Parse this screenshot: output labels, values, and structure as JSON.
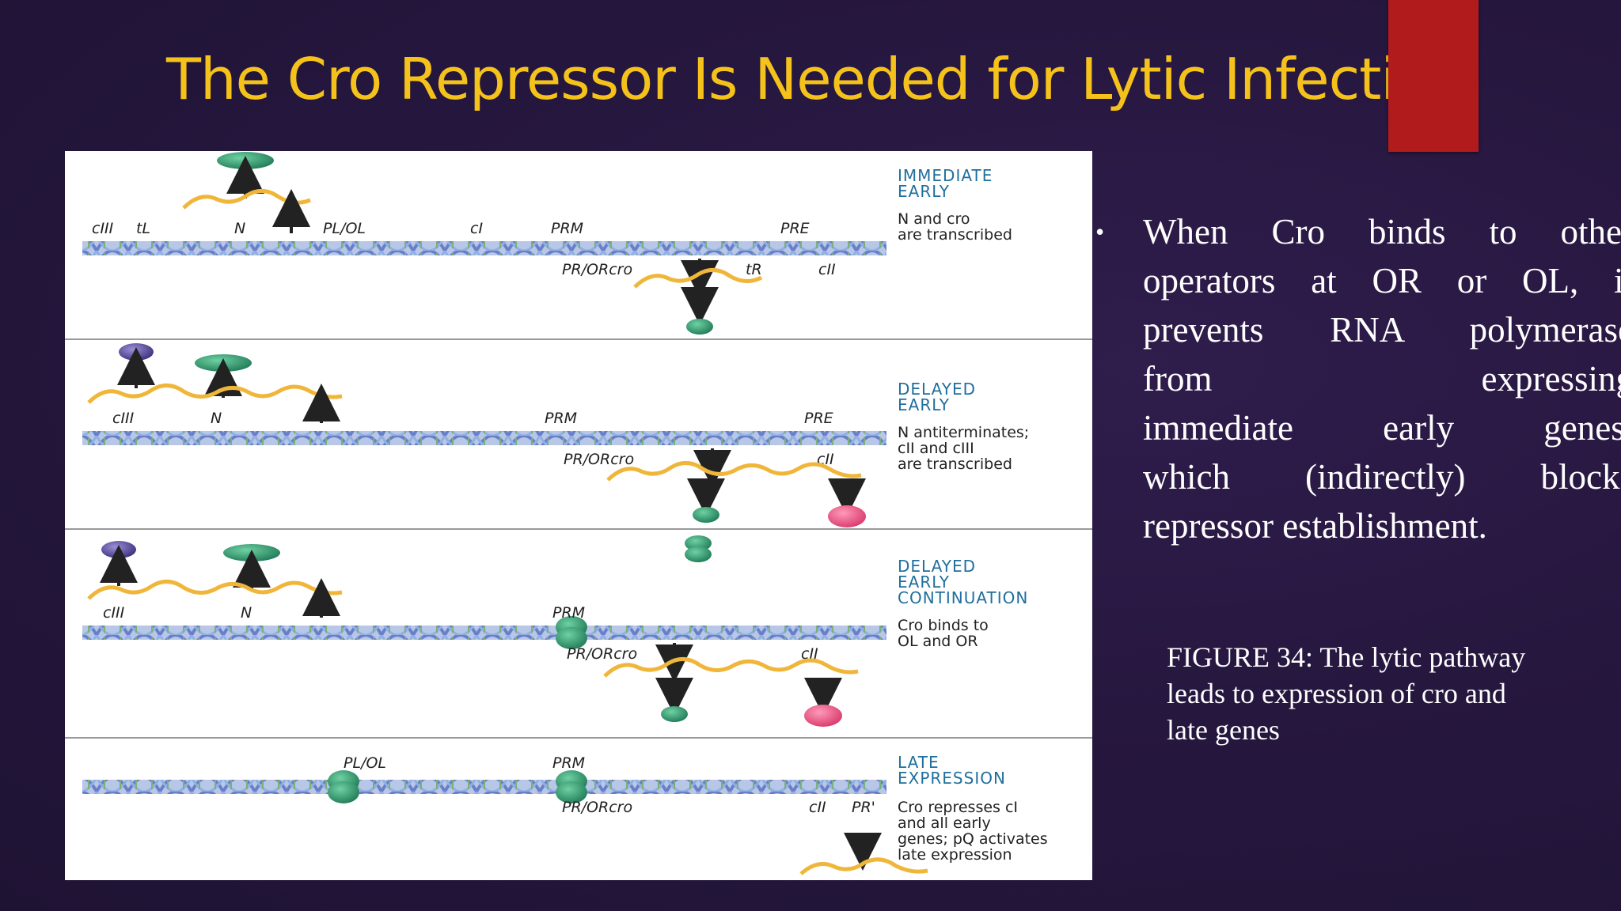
{
  "slide": {
    "title": "The Cro Repressor Is Needed for  Lytic Infection",
    "bullet": "When Cro binds to other operators at OR or OL, it prevents RNA  polymerase from expressing immediate  early genes, which  (indirectly) blocks repressor establishment.",
    "bullet_lines": [
      "When  Cro  binds  to  other",
      "operators at OR or OL, it",
      "prevents RNA   polymerase",
      "from                  expressing",
      "immediate    early  genes,",
      "which   (indirectly)  blocks",
      "repressor establishment."
    ],
    "caption_lines": [
      "FIGURE 34: The lytic  pathway",
      "leads to expression  of cro and",
      "late genes"
    ],
    "colors": {
      "title": "#f5c21b",
      "accent": "#b11b1c",
      "background": "#26173f"
    }
  },
  "figure": {
    "panels": [
      {
        "stage": [
          "IMMEDIATE",
          "EARLY"
        ],
        "desc": [
          "N and cro",
          "are transcribed"
        ],
        "dna_labels": [
          "cIII",
          "tL",
          "N",
          "PL/OL",
          "cI",
          "PRM",
          "PRE"
        ],
        "lower_labels": [
          "PR/ORcro",
          "tR",
          "cII"
        ]
      },
      {
        "stage": [
          "DELAYED",
          "EARLY"
        ],
        "desc": [
          "N antiterminates;",
          "cII and cIII",
          "are transcribed"
        ],
        "dna_labels": [
          "cIII",
          "N",
          "PRM",
          "PRE"
        ],
        "lower_labels": [
          "PR/ORcro",
          "cII"
        ]
      },
      {
        "stage": [
          "DELAYED",
          "EARLY",
          "CONTINUATION"
        ],
        "desc": [
          "Cro binds to",
          "OL  and OR"
        ],
        "dna_labels": [
          "cIII",
          "N",
          "PRM"
        ],
        "lower_labels": [
          "PR/ORcro",
          "cII"
        ]
      },
      {
        "stage": [
          "LATE",
          "EXPRESSION"
        ],
        "desc": [
          "Cro represses cI",
          "and all early",
          "genes; pQ activates",
          "late expression"
        ],
        "dna_labels": [
          "PL/OL",
          "PRM"
        ],
        "lower_labels": [
          "PR/ORcro",
          "cII",
          "PR'"
        ]
      }
    ]
  }
}
